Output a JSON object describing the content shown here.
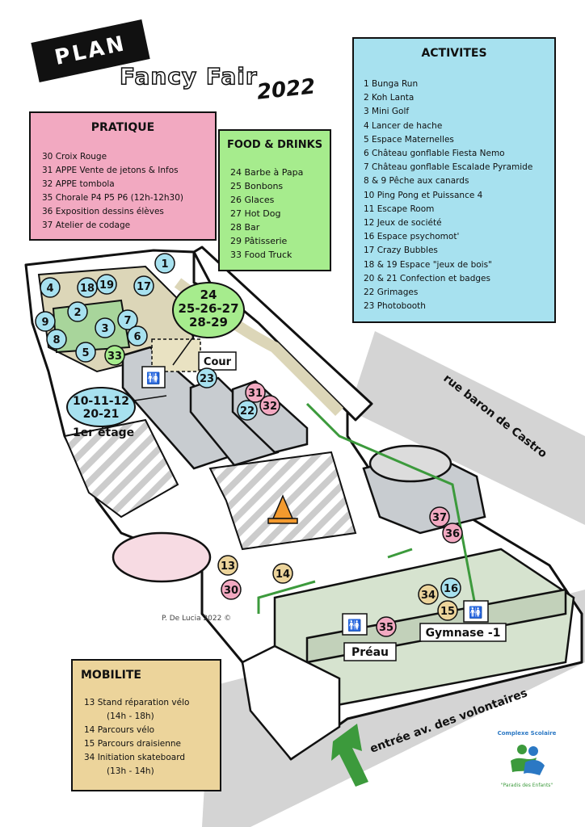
{
  "title": {
    "plan": "PLAN",
    "event": "Fancy Fair",
    "year": "2022"
  },
  "pratique": {
    "heading": "PRATIQUE",
    "items": [
      "30 Croix Rouge",
      "31 APPE Vente de jetons & Infos",
      "32 APPE tombola",
      "35 Chorale P4 P5 P6 (12h-12h30)",
      "36 Exposition dessins élèves",
      "37 Atelier de codage"
    ]
  },
  "food": {
    "heading": "FOOD & DRINKS",
    "items": [
      "24 Barbe à Papa",
      "25 Bonbons",
      "26 Glaces",
      "27 Hot Dog",
      "28 Bar",
      "29 Pâtisserie",
      "33 Food Truck"
    ]
  },
  "activites": {
    "heading": "ACTIVITES",
    "items": [
      "1 Bunga Run",
      "2 Koh Lanta",
      "3 Mini Golf",
      "4 Lancer de hache",
      "5 Espace Maternelles",
      "6 Château gonflable Fiesta Nemo",
      "7 Château gonflable Escalade Pyramide",
      "8 & 9 Pêche aux canards",
      "10 Ping Pong et Puissance 4",
      "11 Escape Room",
      "12 Jeux de société",
      "16 Espace psychomot'",
      "17 Crazy Bubbles",
      "18 & 19 Espace \"jeux de bois\"",
      "20 & 21 Confection et badges",
      "22 Grimages",
      "23 Photobooth"
    ]
  },
  "mobilite": {
    "heading": "MOBILITE",
    "items": [
      {
        "text": "13 Stand réparation vélo",
        "indent": false
      },
      {
        "text": "(14h - 18h)",
        "indent": true
      },
      {
        "text": "14 Parcours vélo",
        "indent": false
      },
      {
        "text": "15 Parcours draisienne",
        "indent": false
      },
      {
        "text": "34 Initiation skateboard",
        "indent": false
      },
      {
        "text": "(13h - 14h)",
        "indent": true
      }
    ]
  },
  "map": {
    "street_top": "rue baron de Castro",
    "street_bottom": "entrée av. des volontaires",
    "label_cour": "Cour",
    "label_etage": "1er étage",
    "label_preau": "Préau",
    "label_gymnase": "Gymnase -1",
    "credit": "P. De Lucia 2022 ©",
    "cluster_food": [
      "24",
      "25-26-27",
      "28-29"
    ],
    "cluster_etage": [
      "10-11-12",
      "20-21"
    ],
    "logo_line1": "Complexe Scolaire",
    "logo_line2": "\"Paradis des Enfants\"",
    "markers": [
      {
        "n": "1",
        "kind": "blue"
      },
      {
        "n": "4",
        "kind": "blue"
      },
      {
        "n": "18",
        "kind": "blue"
      },
      {
        "n": "19",
        "kind": "blue"
      },
      {
        "n": "17",
        "kind": "blue"
      },
      {
        "n": "2",
        "kind": "blue"
      },
      {
        "n": "9",
        "kind": "blue"
      },
      {
        "n": "3",
        "kind": "blue"
      },
      {
        "n": "7",
        "kind": "blue"
      },
      {
        "n": "8",
        "kind": "blue"
      },
      {
        "n": "6",
        "kind": "blue"
      },
      {
        "n": "5",
        "kind": "blue"
      },
      {
        "n": "33",
        "kind": "green"
      },
      {
        "n": "23",
        "kind": "blue"
      },
      {
        "n": "31",
        "kind": "pink"
      },
      {
        "n": "32",
        "kind": "pink"
      },
      {
        "n": "22",
        "kind": "blue"
      },
      {
        "n": "37",
        "kind": "pink"
      },
      {
        "n": "36",
        "kind": "pink"
      },
      {
        "n": "13",
        "kind": "tan"
      },
      {
        "n": "30",
        "kind": "pink"
      },
      {
        "n": "14",
        "kind": "tan"
      },
      {
        "n": "16",
        "kind": "blue"
      },
      {
        "n": "34",
        "kind": "tan"
      },
      {
        "n": "15",
        "kind": "tan"
      },
      {
        "n": "35",
        "kind": "pink"
      }
    ]
  },
  "colors": {
    "blue": "#a7e1ef",
    "pink": "#f2a9c1",
    "green": "#a6ec8d",
    "tan": "#ecd49b",
    "arrow": "#3c9a3c"
  }
}
